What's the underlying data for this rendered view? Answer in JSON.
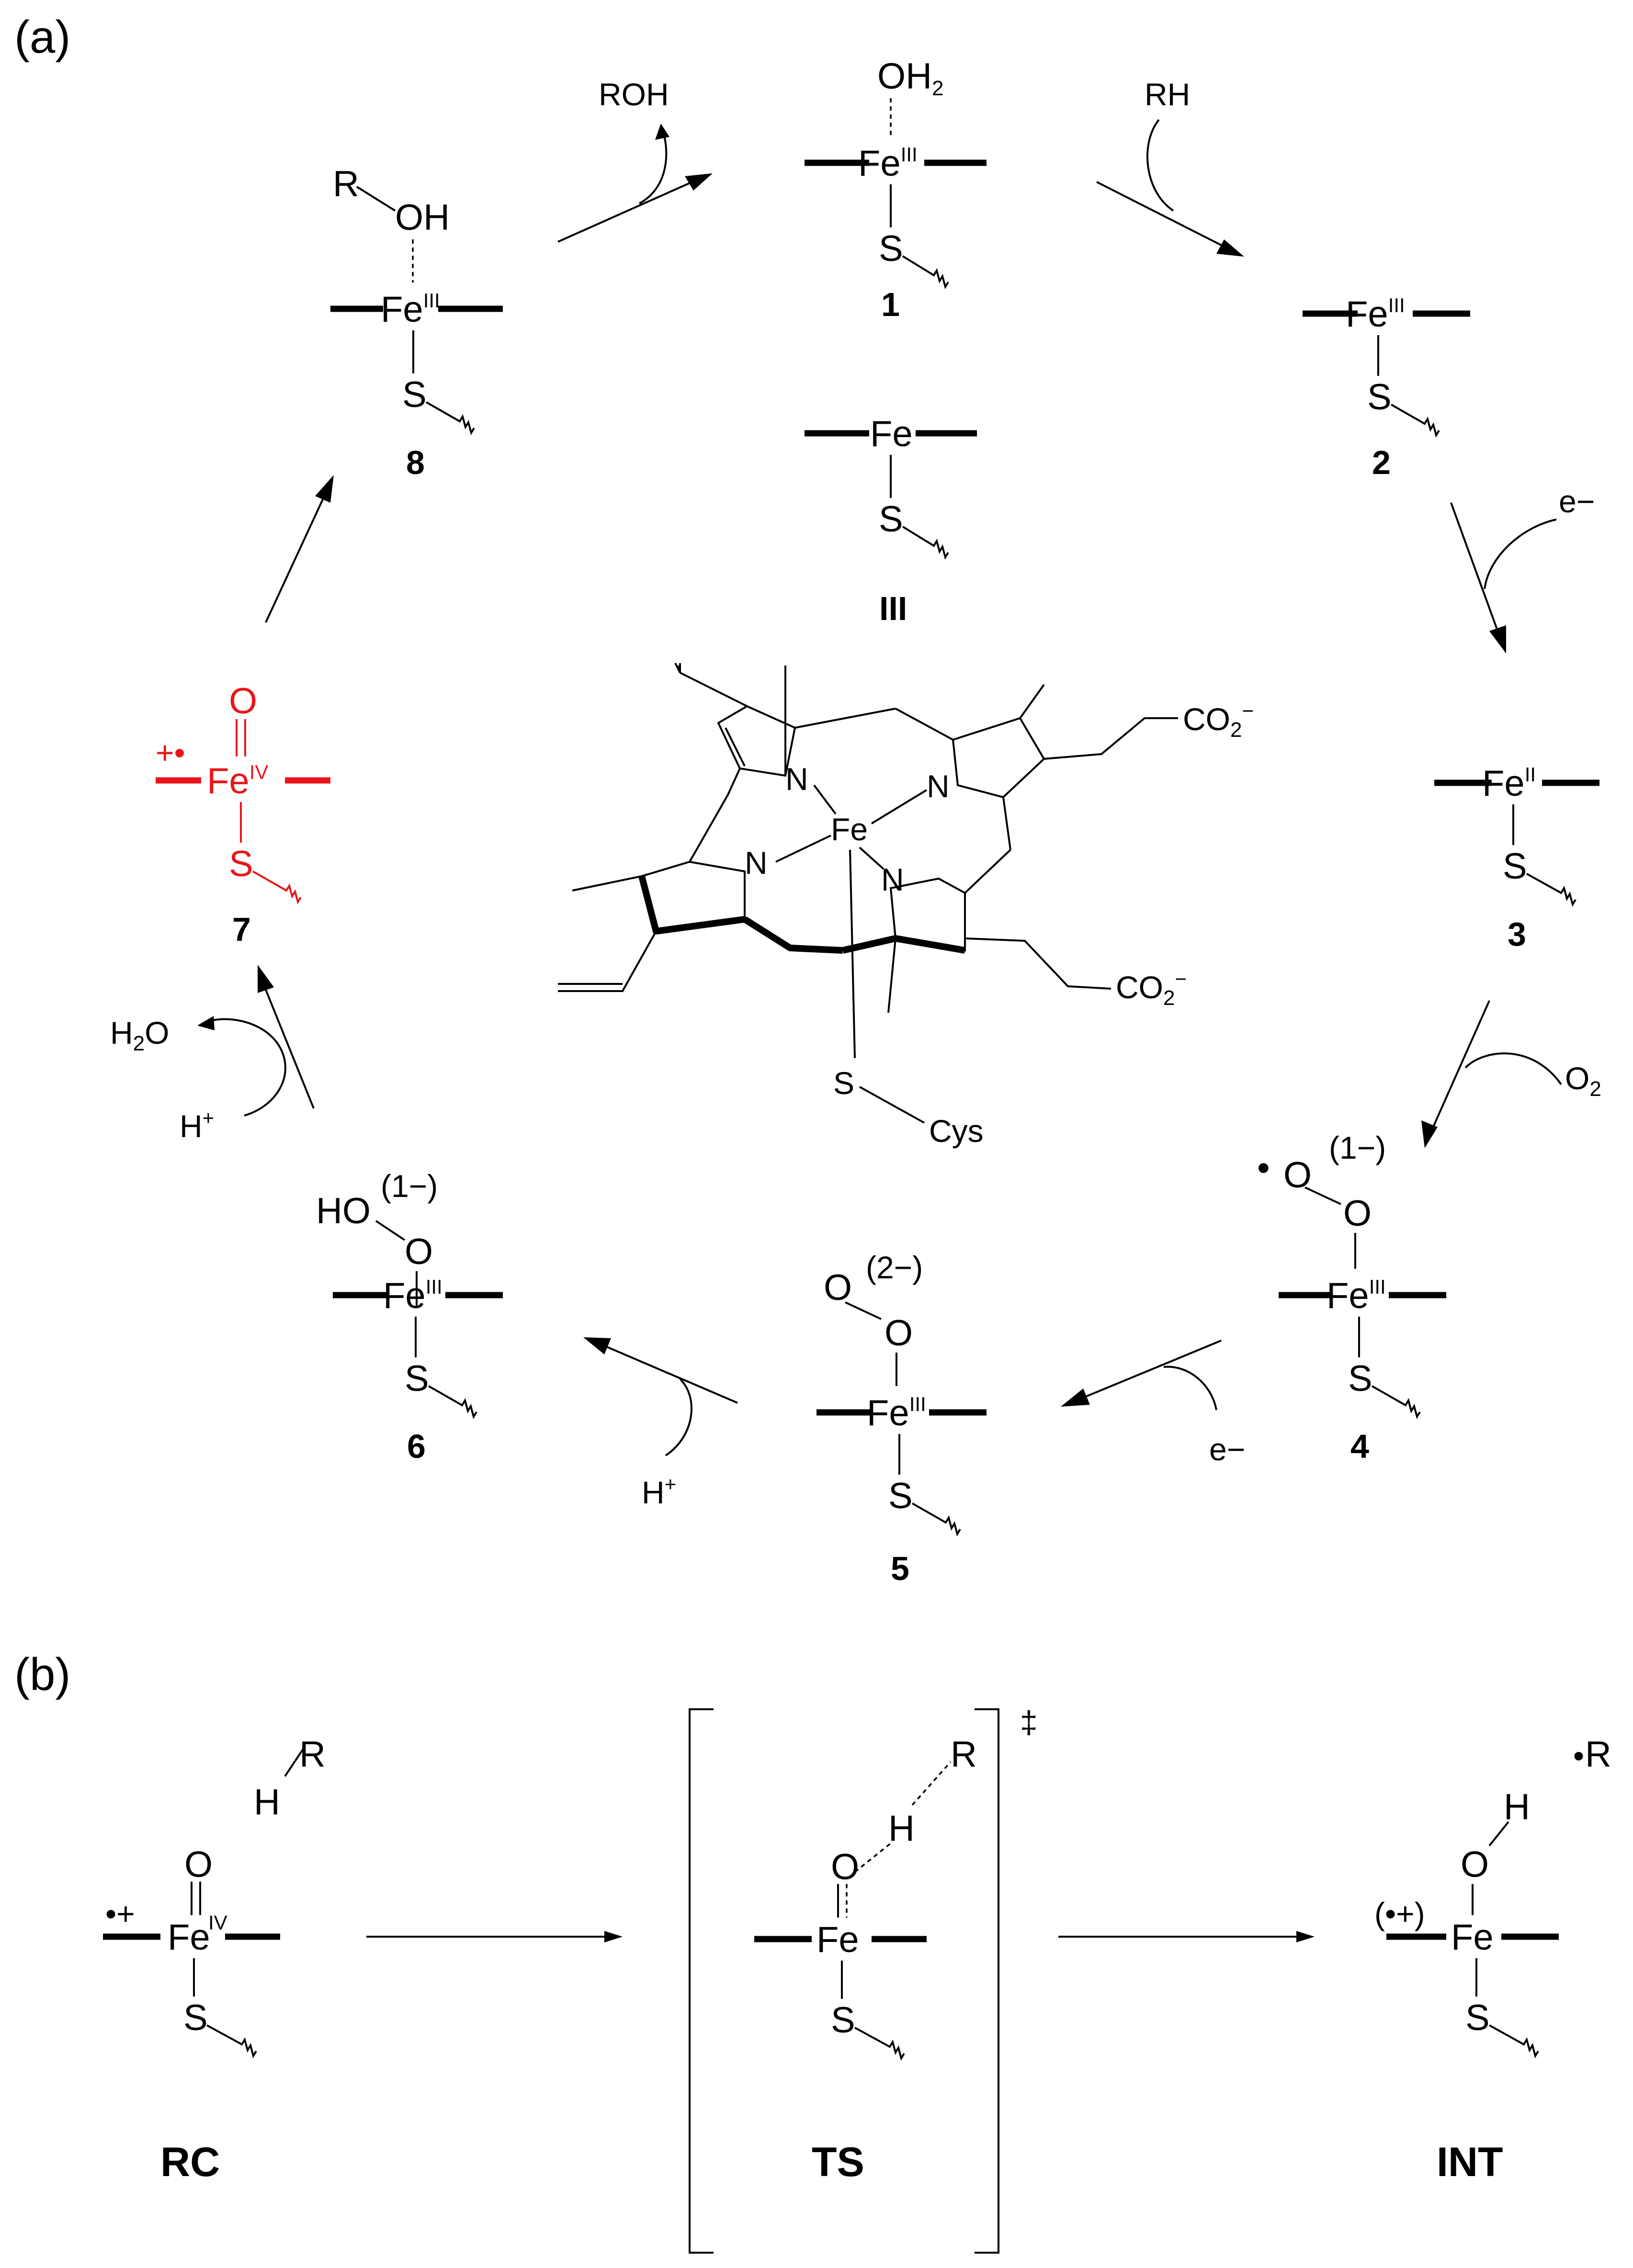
{
  "panels": {
    "a": "(a)",
    "b": "(b)"
  },
  "iron": {
    "fe": "Fe",
    "ox3": "III",
    "ox2": "II",
    "ox4": "IV",
    "s": "S",
    "cys": "Cys",
    "n": "N",
    "o": "O",
    "h": "H",
    "r": "R",
    "oh": "OH",
    "ho": "HO"
  },
  "species": {
    "s1": {
      "ligand": "OH",
      "ligand_sub": "2",
      "label": "1"
    },
    "s2": {
      "label": "2"
    },
    "s3": {
      "label": "3"
    },
    "s4": {
      "charge": "(1−)",
      "radical": "•",
      "label": "4"
    },
    "s5": {
      "charge": "(2−)",
      "label": "5"
    },
    "s6": {
      "charge": "(1−)",
      "label": "6"
    },
    "s7": {
      "radical_cation": "+•",
      "label": "7"
    },
    "s8": {
      "label": "8"
    },
    "resting": {
      "label": "III"
    }
  },
  "reagents": {
    "roh": "ROH",
    "rh": "RH",
    "e_minus_1": "e−",
    "o2": "O",
    "o2_sub": "2",
    "e_minus_2": "e−",
    "h_plus_1": "H",
    "h_plus_1_sup": "+",
    "h2o": "H",
    "h2o_sub": "2",
    "h2o_o": "O",
    "h_plus_2": "H",
    "h_plus_2_sup": "+"
  },
  "porphyrin": {
    "co2_1": "CO",
    "co2_1_sub": "2",
    "co2_1_sup": "−",
    "co2_2": "CO",
    "co2_2_sub": "2",
    "co2_2_sup": "−"
  },
  "panel_b": {
    "rc_label": "RC",
    "rc_radical": "•+",
    "ts_label": "TS",
    "ts_dagger": "‡",
    "int_label": "INT",
    "int_radical": "(•+)",
    "int_r_radical": "•"
  },
  "colors": {
    "highlight": "#e8161b",
    "ink": "#000000",
    "background": "#ffffff"
  }
}
